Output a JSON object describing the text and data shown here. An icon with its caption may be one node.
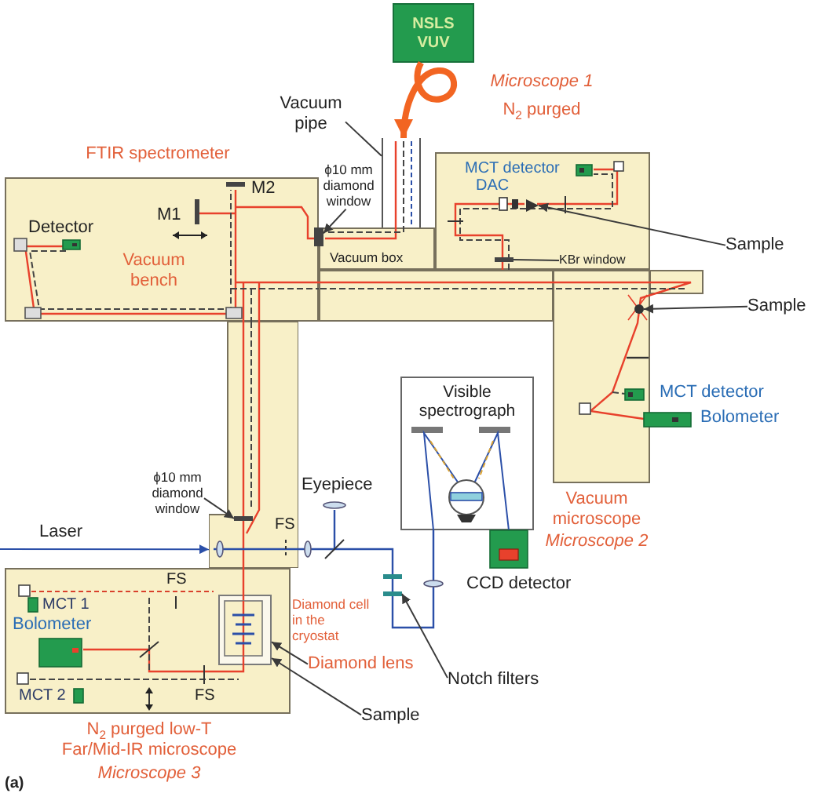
{
  "diagram": {
    "nodes": [
      {
        "text": [
          "NSLS VUV"
        ]
      },
      {
        "text": [
          "Vacuum pipe"
        ]
      },
      {
        "text": [],
        "shape": "pipe"
      },
      {
        "text": [
          "ϕ10 mm diamond window"
        ]
      },
      {
        "text": [],
        "shape": "bar"
      },
      {
        "text": [
          "FTIR spectrometer",
          "Vacuum bench"
        ]
      },
      {
        "text": [
          "Vacuum box"
        ]
      },
      {
        "text": [
          "Microscope 1",
          "N$_{2}$ purged"
        ]
      },
      {
        "text": [],
        "shape": "triangle",
        "in": 7
      },
      {
        "text": [
          "Sample"
        ]
      },
      {
        "text": [
          "KBr window"
        ],
        "in": 7
      },
      {
        "text": [],
        "shape": "bar",
        "in": 7
      },
      {
        "text": [
          "Sample"
        ]
      },
      {
        "text": [
          "Vacuum microscope",
          "Microscope 2"
        ]
      },
      {
        "text": [],
        "shape": "circle",
        "in": 13
      },
      {
        "text": [
          "Visible spectrograph"
        ]
      },
      {
        "text": [
          "FS"
        ]
      },
      {
        "text": [],
        "shape": "bar",
        "in": 16
      },
      {
        "text": [
          "ϕ10 mm diamond window"
        ]
      },
      {
        "text": [],
        "shape": "bar"
      },
      {
        "text": [
          "N$_{2}$ purged low-T Far/Mid-IR microscope",
          "Microscope 3"
        ]
      },
      {
        "text": [],
        "shape": "box",
        "beside": [
          "Diamond cell in the cryostat"
        ],
        "in": 20
      },
      {
        "text": [
          "Diamond lens"
        ]
      },
      {
        "text": [
          "Sample"
        ]
      },
      {
        "text": [
          "Notch filters"
        ]
      }
    ],
    "edges": [
      {
        "from": 0,
        "to": 2,
        "arrow": "to",
        "style": "thick",
        "color": "#f26522"
      },
      {
        "from": 1,
        "to": 2,
        "arrow": "none"
      },
      {
        "from": 3,
        "to": 4,
        "arrow": "to"
      },
      {
        "from": 9,
        "to": 8,
        "arrow": "to"
      },
      {
        "from": 10,
        "to": 11,
        "arrow": "none"
      },
      {
        "from": 12,
        "to": 14,
        "arrow": "to"
      },
      {
        "from": null,
        "to": 16,
        "arrow": "to",
        "color": "#2b4fa8"
      },
      {
        "from": 18,
        "to": 17,
        "arrow": "to"
      },
      {
        "from": 22,
        "to": 21,
        "arrow": "to"
      },
      {
        "from": 23,
        "to": 21,
        "arrow": "to"
      },
      {
        "from": 24,
        "to": 19,
        "arrow": "to"
      }
    ],
    "labels": [
      "MCT detector",
      "DAC",
      "M2",
      "M1",
      "Detector",
      "MCT detector",
      "Bolometer",
      "Eyepiece",
      "Laser",
      "FS",
      "CCD detector",
      "MCT 1",
      "Bolometer",
      "MCT 2",
      "FS",
      "(a)"
    ]
  }
}
